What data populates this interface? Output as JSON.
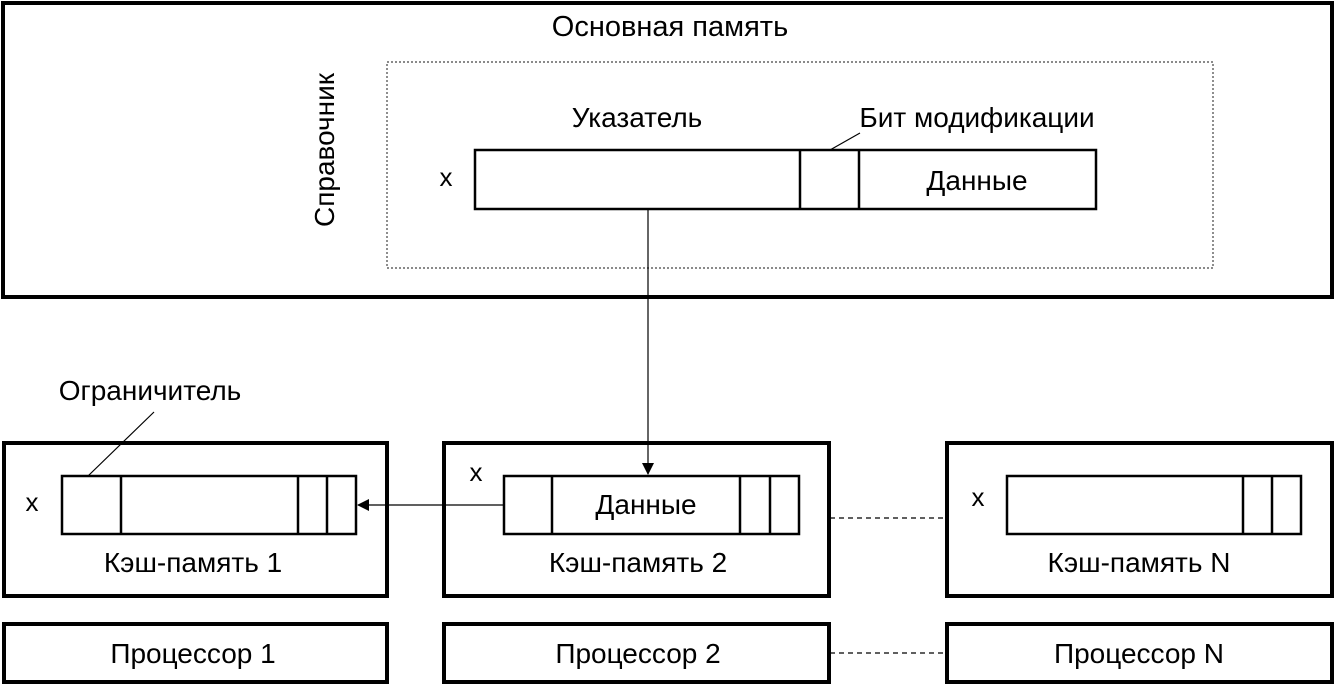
{
  "main_memory": {
    "title": "Основная память"
  },
  "directory": {
    "title": "Справочник",
    "row_label": "x",
    "pointer_label": "Указатель",
    "modified_bit_label": "Бит модификации",
    "data_label": "Данные"
  },
  "limiter_label": "Ограничитель",
  "caches": [
    {
      "label": "Кэш-память  1",
      "row_label": "x",
      "data_label": ""
    },
    {
      "label": "Кэш-память  2",
      "row_label": "x",
      "data_label": "Данные"
    },
    {
      "label": "Кэш-память  N",
      "row_label": "x",
      "data_label": ""
    }
  ],
  "processors": [
    {
      "label": "Процессор 1"
    },
    {
      "label": "Процессор 2"
    },
    {
      "label": "Процессор N"
    }
  ]
}
